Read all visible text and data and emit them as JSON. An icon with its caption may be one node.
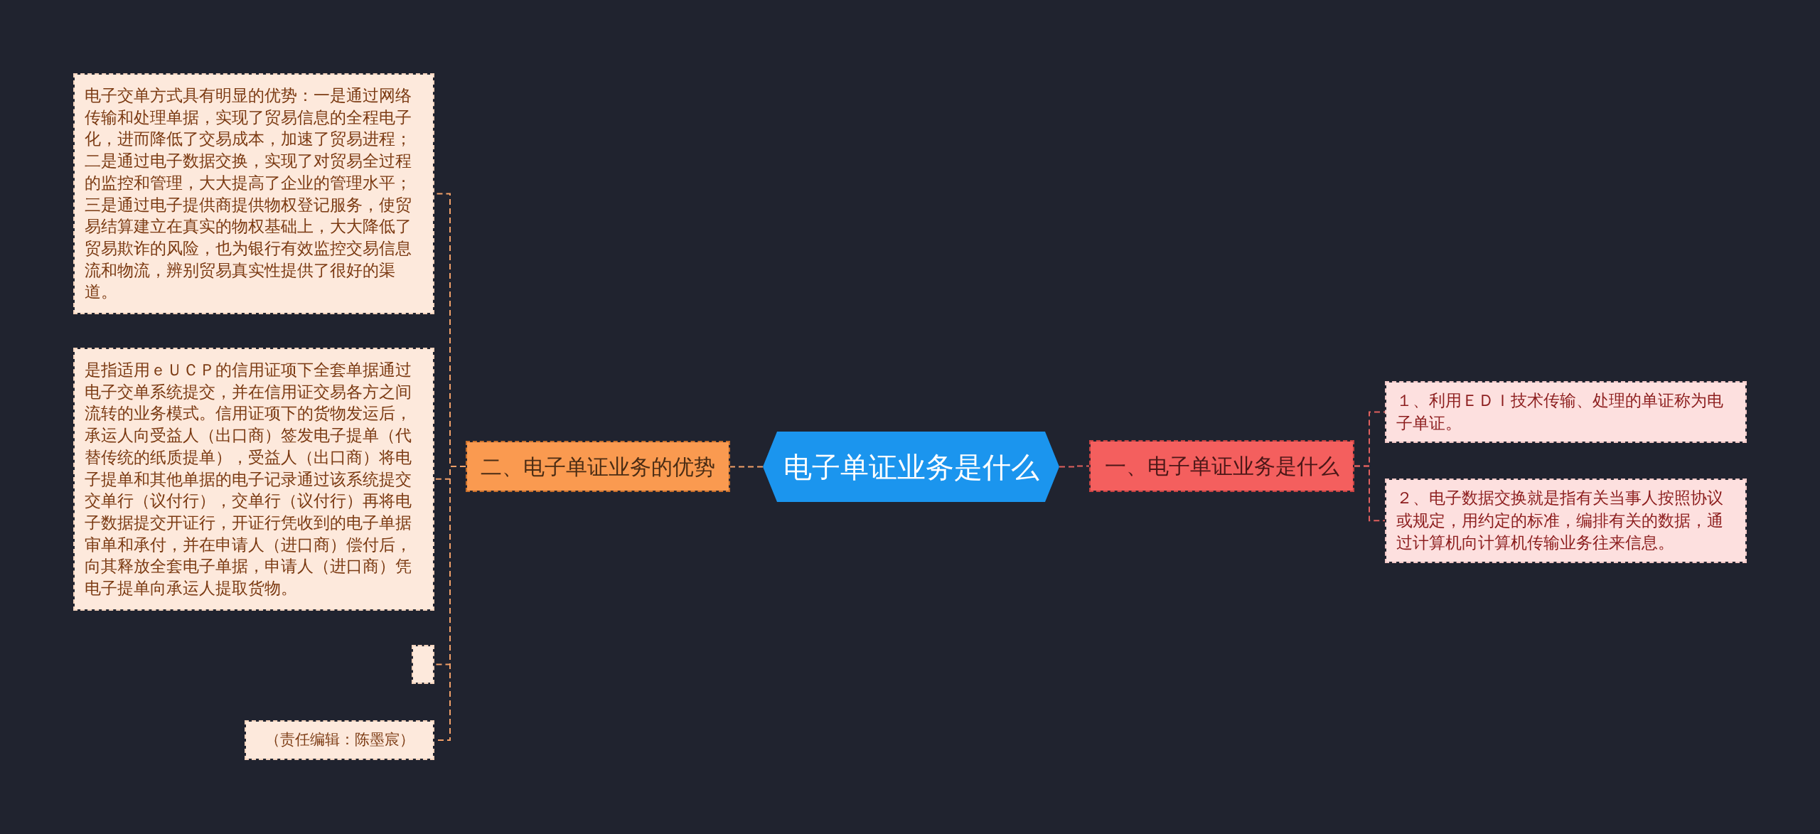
{
  "diagram": {
    "nodes": [
      {
        "text": [
          "电子单证业务是什么"
        ]
      },
      {
        "text": [
          "一、电子单证业务是什么"
        ]
      },
      {
        "text": [
          "１、利用ＥＤＩ技术传输、处理的单证称为电子单证。"
        ]
      },
      {
        "text": [
          "２、电子数据交换就是指有关当事人按照协议或规定，用约定的标准，编排有关的数据，通过计算机向计算机传输业务往来信息。"
        ]
      },
      {
        "text": [
          "二、电子单证业务的优势"
        ]
      },
      {
        "text": [
          "电子交单方式具有明显的优势：一是通过网络传输和处理单据，实现了贸易信息的全程电子化，进而降低了交易成本，加速了贸易进程；二是通过电子数据交换，实现了对贸易全过程的监控和管理，大大提高了企业的管理水平；三是通过电子提供商提供物权登记服务，使贸易结算建立在真实的物权基础上，大大降低了贸易欺诈的风险，也为银行有效监控交易信息流和物流，辨别贸易真实性提供了很好的渠道。"
        ]
      },
      {
        "text": [
          "是指适用ｅＵＣＰ的信用证项下全套单据通过电子交单系统提交，并在信用证交易各方之间流转的业务模式。信用证项下的货物发运后，承运人向受益人（出口商）签发电子提单（代替传统的纸质提单），受益人（出口商）将电子提单和其他单据的电子记录通过该系统提交交单行（议付行），交单行（议付行）再将电子数据提交开证行，开证行凭收到的电子单据审单和承付，并在申请人（进口商）偿付后，向其释放全套电子单据，申请人（进口商）凭电子提单向承运人提取货物。"
        ]
      },
      {
        "text": [],
        "shape": "box"
      },
      {
        "text": [
          "（责任编辑：陈墨宸）"
        ]
      }
    ],
    "edges": [
      {
        "from": 0,
        "to": 1,
        "arrow": "none",
        "style": "dashed",
        "color": "#e0605e"
      },
      {
        "from": 1,
        "to": 2,
        "arrow": "none",
        "style": "dashed",
        "color": "#e0605e"
      },
      {
        "from": 1,
        "to": 3,
        "arrow": "none",
        "style": "dashed",
        "color": "#e0605e"
      },
      {
        "from": 0,
        "to": 4,
        "arrow": "none",
        "style": "dashed"
      },
      {
        "from": 4,
        "to": 5,
        "arrow": "none",
        "style": "dashed"
      },
      {
        "from": 4,
        "to": 6,
        "arrow": "none",
        "style": "dashed"
      },
      {
        "from": 4,
        "to": 7,
        "arrow": "none",
        "style": "dashed"
      },
      {
        "from": 4,
        "to": 8,
        "arrow": "none",
        "style": "dashed"
      }
    ]
  }
}
